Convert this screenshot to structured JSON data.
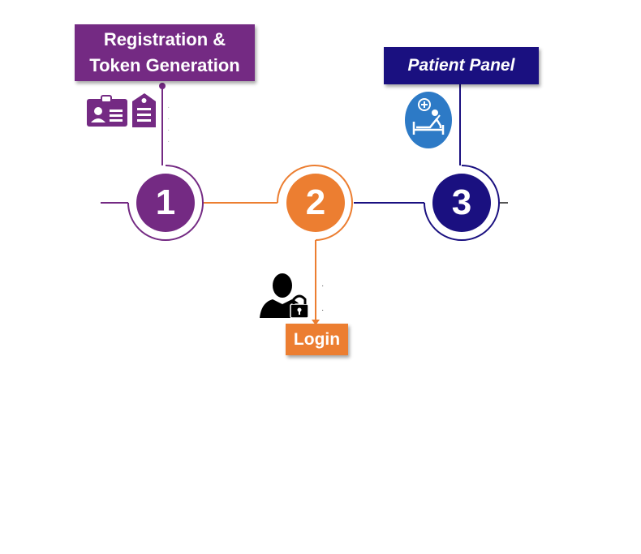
{
  "colors": {
    "purple": "#742a83",
    "orange": "#ec7e31",
    "navy": "#1a1080",
    "blue_icon": "#2d7ac6",
    "black": "#000000"
  },
  "steps": [
    {
      "number": "1",
      "color": "#742a83"
    },
    {
      "number": "2",
      "color": "#ec7e31"
    },
    {
      "number": "3",
      "color": "#1a1080"
    }
  ],
  "labels": {
    "registration_line1": "Registration &",
    "registration_line2": "Token Generation",
    "patient_panel": "Patient Panel",
    "login": "Login"
  },
  "icons": {
    "registration": "id-card-icon",
    "patient": "patient-bed-icon",
    "login": "user-lock-icon"
  }
}
